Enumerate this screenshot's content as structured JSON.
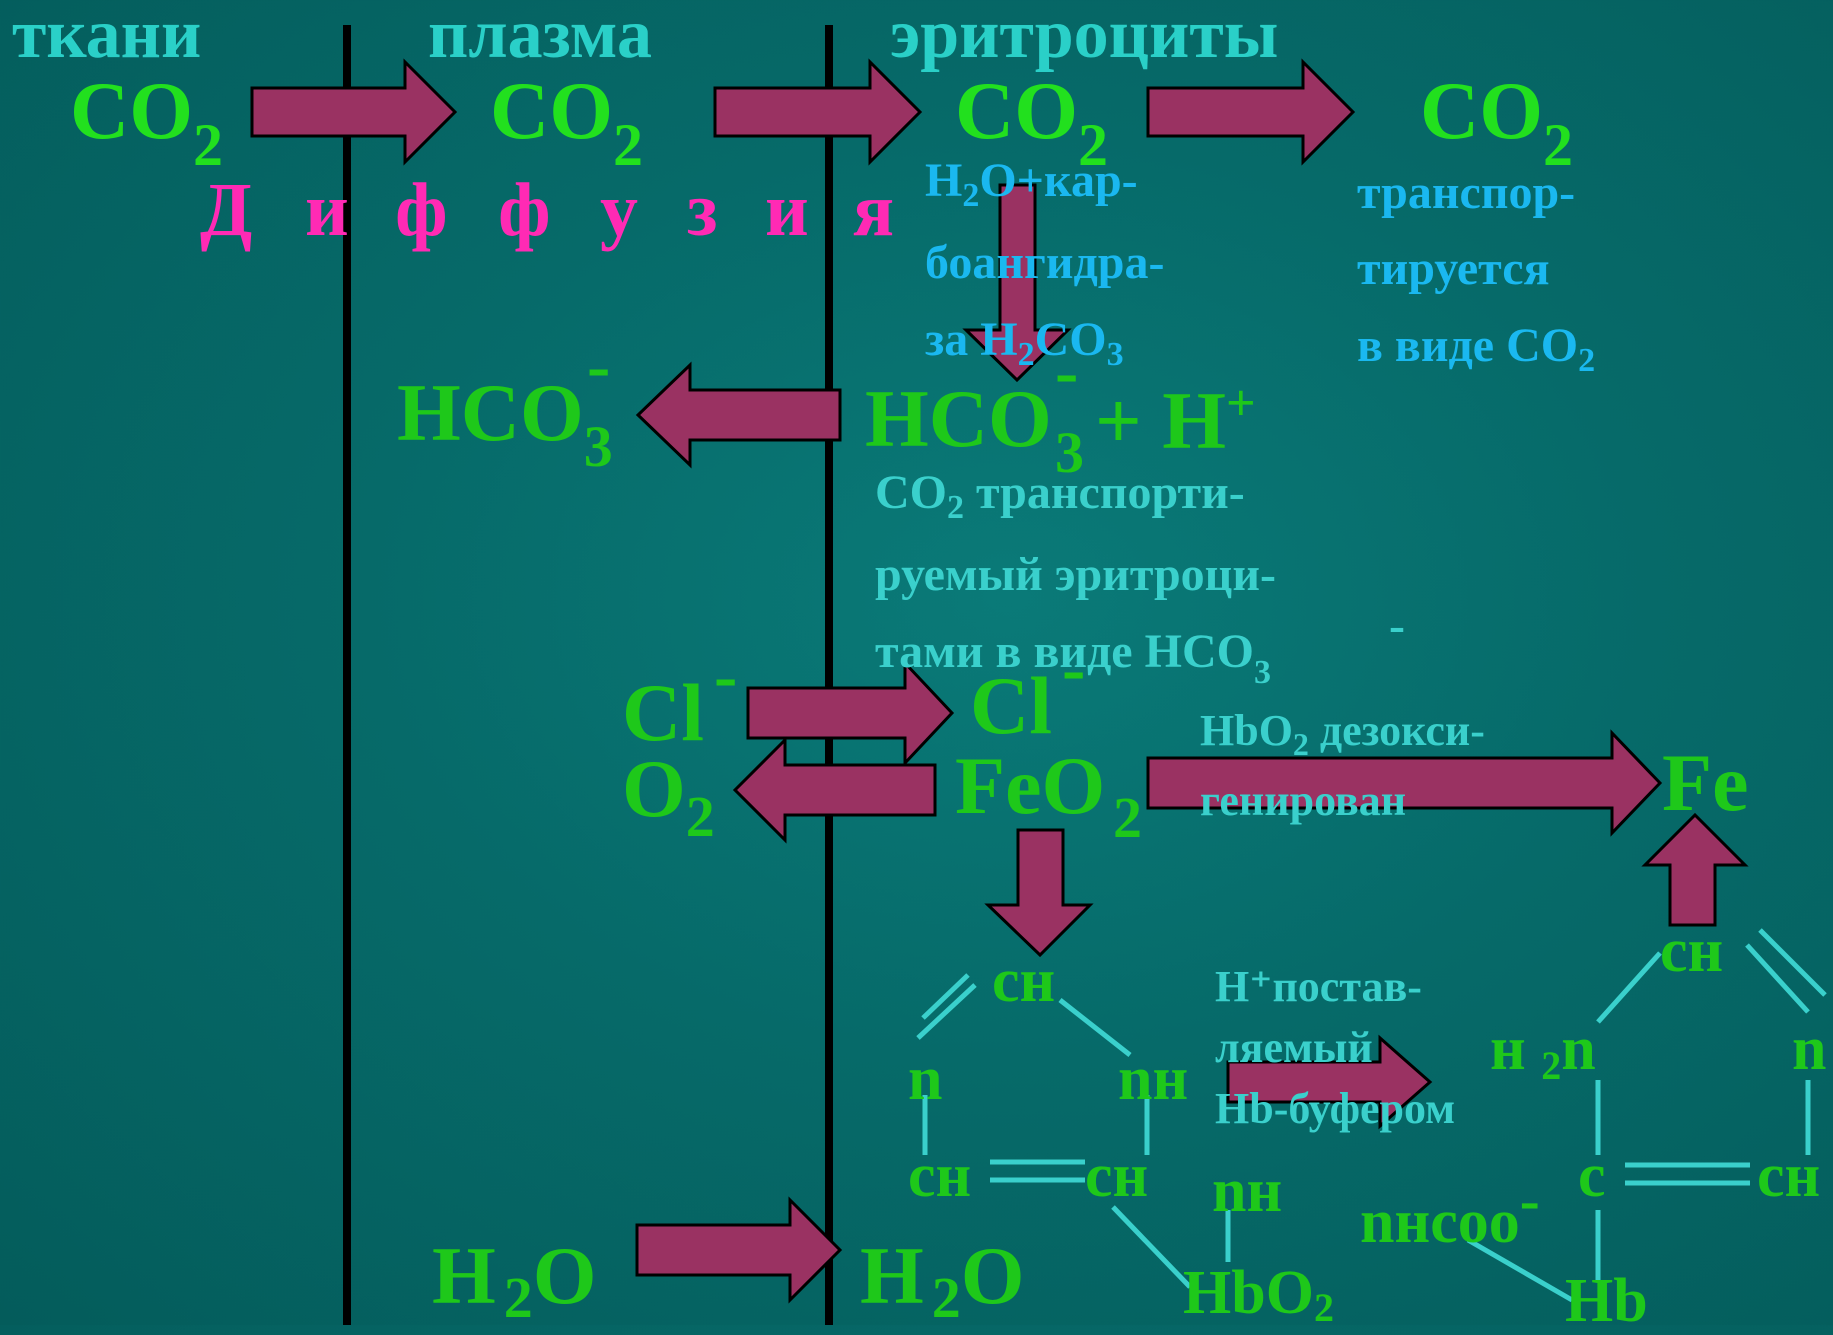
{
  "headers": {
    "tissues": "ткани",
    "plasma": "плазма",
    "erythrocytes": "эритроциты"
  },
  "co2": {
    "base": "CO",
    "sub": "2"
  },
  "diffusion": [
    "Д",
    "и",
    "ф",
    "ф",
    "у",
    "з",
    "и",
    "я"
  ],
  "carbonic_anhydrase": {
    "line1_a": "H",
    "line1_sub": "2",
    "line1_b": "O+кар-",
    "line2": "боангидра-",
    "line3_a": "за H",
    "line3_sub": "2",
    "line3_b": "CO",
    "line3_sub2": "3"
  },
  "transported_co2": {
    "line1": "транспор-",
    "line2": "тируется",
    "line3_a": "в виде CO",
    "line3_sub": "2"
  },
  "bicarbonate": {
    "base": "HCO",
    "sub": "3",
    "charge": "-"
  },
  "bicarbonate_reaction": {
    "plus_h": "+ H",
    "h_charge": "+"
  },
  "co2_hco3_note": {
    "line1_a": "CO",
    "line1_sub": "2",
    "line1_b": " транспорти-",
    "line2": "руемый эритроци-",
    "line3_a": "тами в виде HCO",
    "line3_sub": "3",
    "line3_charge": "-"
  },
  "chloride": {
    "base": "Cl",
    "charge": "-"
  },
  "oxygen": {
    "base": "O",
    "sub": "2"
  },
  "feo2": {
    "base": "FeO",
    "sub": "2"
  },
  "hbo2_note": {
    "line1_a": "HbO",
    "line1_sub": "2",
    "line1_b": " дезокси-",
    "line2": "генирован"
  },
  "fe": "Fe",
  "hplus_note": {
    "line1": "H⁺постав-",
    "line2": "ляемый",
    "line3": "Hb-буфером"
  },
  "water": {
    "a": "H",
    "sub": "2",
    "b": "O"
  },
  "imidazole_left": {
    "ch_top": "cн",
    "n": "n",
    "nh": "nн",
    "ch_left": "cн",
    "ch_right": "cн",
    "hbo2_a": "HbO",
    "hbo2_sub": "2"
  },
  "imidazole_right": {
    "ch_top": "cн",
    "h2n_a": "н ",
    "h2n_sub": "2",
    "h2n_b": "n",
    "n": "n",
    "c": "c",
    "ch_right": "cн",
    "hb": "Hb"
  },
  "nh_mid": "nн",
  "nhcoo": {
    "base": "nнcoo",
    "charge": "-"
  },
  "colors": {
    "arrow_fill": "#9a3262",
    "text_green": "#22e01e",
    "text_teal": "#3ad0cc",
    "text_blue": "#1ab8f0",
    "text_pink": "#ff2ab4"
  }
}
